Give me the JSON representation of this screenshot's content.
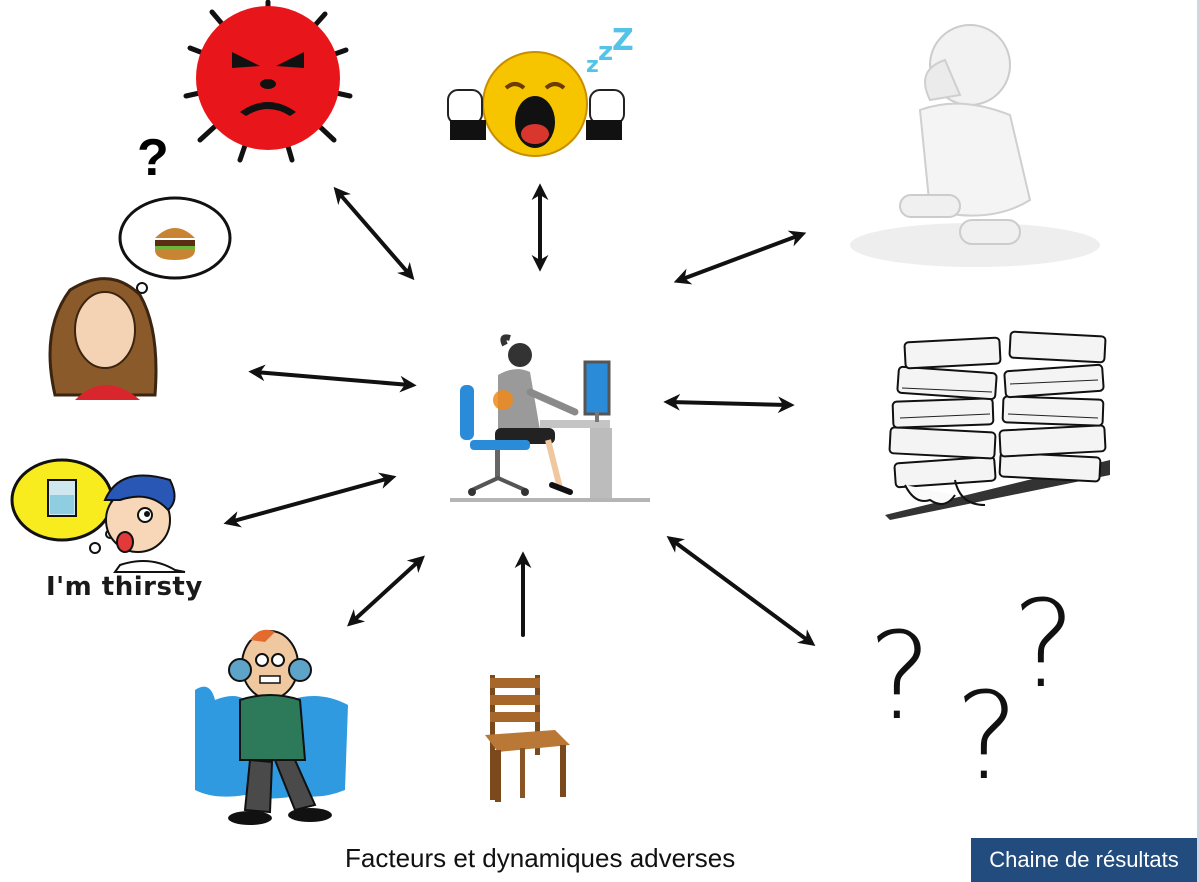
{
  "caption": "Facteurs et dynamiques adverses",
  "results_button": "Chaine de résultats",
  "thirsty_label": "I'm thirsty",
  "question_marks": {
    "bold": "?",
    "big_1": "?",
    "big_2": "?",
    "big_3": "?"
  },
  "icons": [
    "virus-icon",
    "tired-emoji-icon",
    "stressed-figure-icon",
    "hungry-woman-icon",
    "office-worker-icon",
    "paperwork-icon",
    "thirsty-boy-icon",
    "cold-man-icon",
    "chair-icon",
    "double-arrow-icon"
  ],
  "colors": {
    "results_button_bg": "#214c7d",
    "virus": "#e8161b",
    "emoji": "#f7c500",
    "arrow": "#111111"
  }
}
